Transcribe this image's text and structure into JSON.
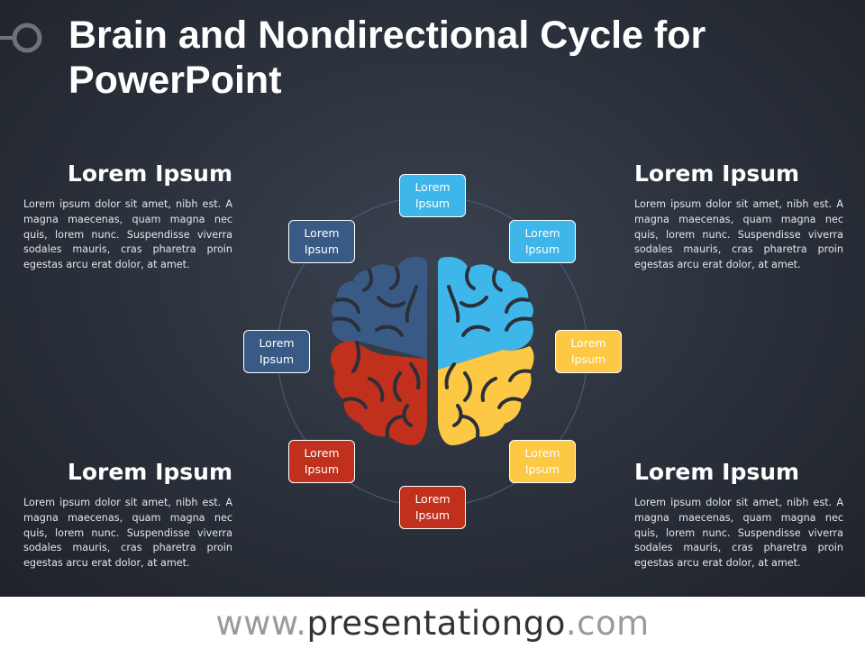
{
  "title": "Brain and Nondirectional Cycle for PowerPoint",
  "colors": {
    "dark_blue": "#3a5a86",
    "light_blue": "#3fb6ea",
    "yellow": "#fdc844",
    "red": "#c0301c",
    "circle": "#4a5a70"
  },
  "sections": [
    {
      "heading": "Lorem Ipsum",
      "text": "Lorem ipsum dolor sit amet, nibh est. A magna maecenas, quam magna nec quis, lorem nunc. Suspendisse viverra sodales mauris, cras pharetra proin egestas arcu erat dolor, at amet."
    },
    {
      "heading": "Lorem Ipsum",
      "text": "Lorem ipsum dolor sit amet, nibh est. A magna maecenas, quam magna nec quis, lorem nunc. Suspendisse viverra sodales mauris, cras pharetra proin egestas arcu erat dolor, at amet."
    },
    {
      "heading": "Lorem Ipsum",
      "text": "Lorem ipsum dolor sit amet, nibh est. A magna maecenas, quam magna nec quis, lorem nunc. Suspendisse viverra sodales mauris, cras pharetra proin egestas arcu erat dolor, at amet."
    },
    {
      "heading": "Lorem Ipsum",
      "text": "Lorem ipsum dolor sit amet, nibh est. A magna maecenas, quam magna nec quis, lorem nunc. Suspendisse viverra sodales mauris, cras pharetra proin egestas arcu erat dolor, at amet."
    }
  ],
  "cycle_items": [
    {
      "label": "Lorem\nIpsum",
      "color": "#3fb6ea"
    },
    {
      "label": "Lorem\nIpsum",
      "color": "#3fb6ea"
    },
    {
      "label": "Lorem\nIpsum",
      "color": "#fdc844"
    },
    {
      "label": "Lorem\nIpsum",
      "color": "#fdc844"
    },
    {
      "label": "Lorem\nIpsum",
      "color": "#c0301c"
    },
    {
      "label": "Lorem\nIpsum",
      "color": "#c0301c"
    },
    {
      "label": "Lorem\nIpsum",
      "color": "#3a5a86"
    },
    {
      "label": "Lorem\nIpsum",
      "color": "#3a5a86"
    }
  ],
  "footer": {
    "prefix": "www.",
    "brand": "presentationgo",
    "suffix": ".com"
  }
}
